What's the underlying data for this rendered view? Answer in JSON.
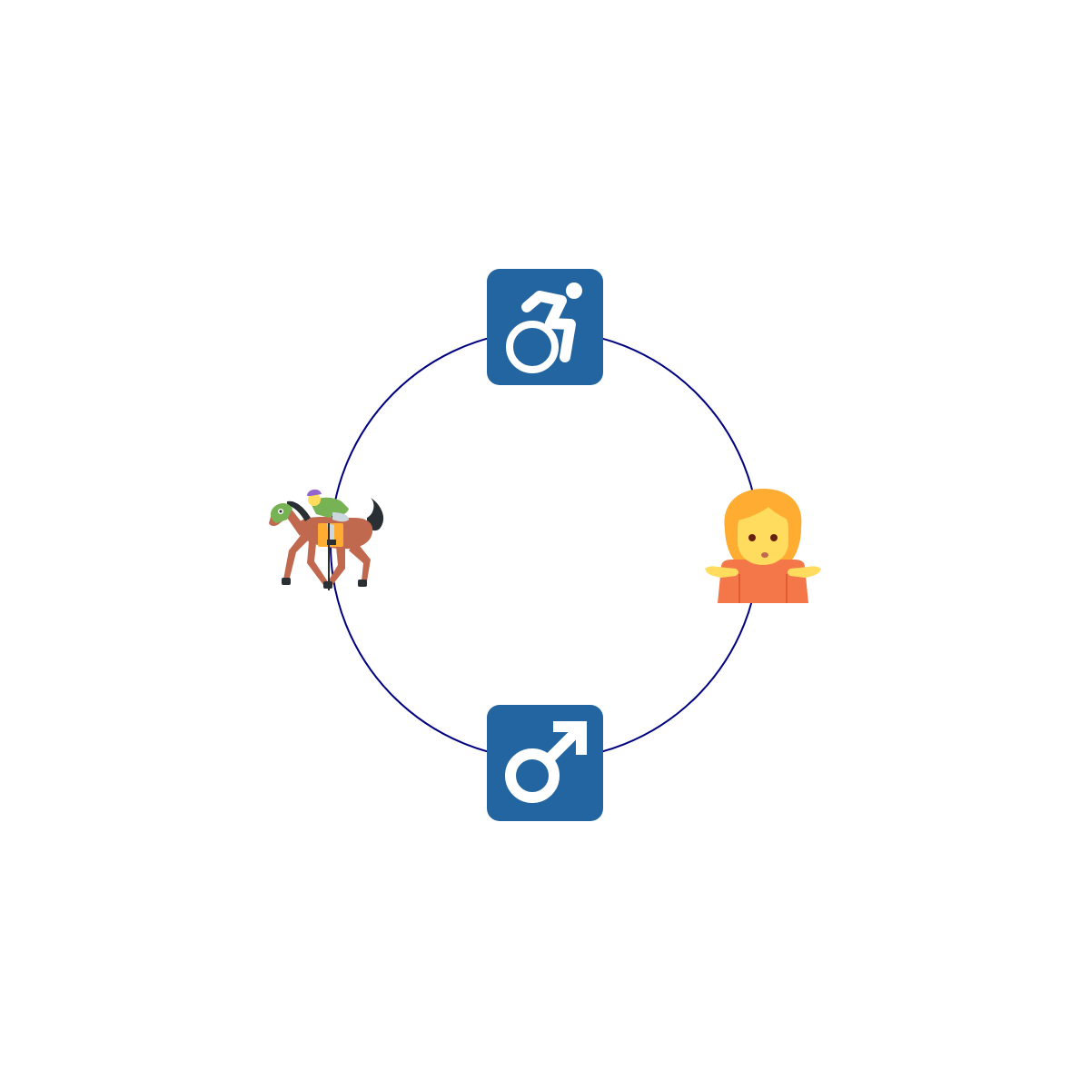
{
  "diagram": {
    "ring_color": "#000080",
    "nodes": [
      {
        "id": "top",
        "icon": "wheelchair-accessible-icon",
        "tile_color": "#2265A0",
        "glyph_color": "#FFFFFF"
      },
      {
        "id": "right",
        "icon": "person-shrugging-icon",
        "hair_color": "#FFAC33",
        "skin_color": "#FFDC5D",
        "shirt_color": "#F4774A"
      },
      {
        "id": "bottom",
        "icon": "male-sign-icon",
        "tile_color": "#2265A0",
        "glyph_color": "#FFFFFF"
      },
      {
        "id": "left",
        "icon": "horse-racing-icon",
        "horse_color": "#C1694F",
        "mane_color": "#292F33",
        "silks_color": "#77B255",
        "cap_color": "#9266CC",
        "saddle_color": "#FFAC33"
      }
    ]
  }
}
